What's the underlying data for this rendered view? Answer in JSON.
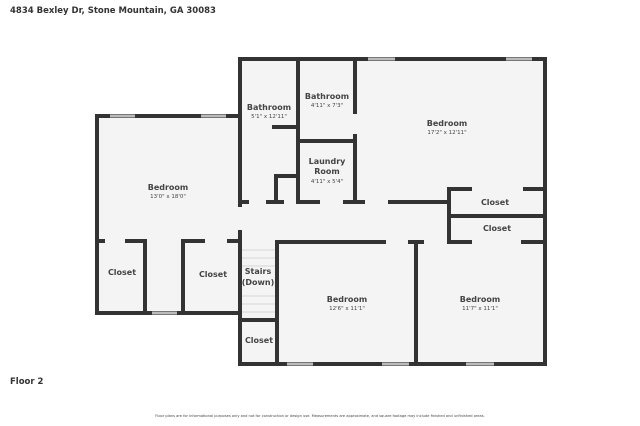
{
  "header": {
    "address": "4834 Bexley Dr, Stone Mountain, GA 30083"
  },
  "floor_label": "Floor 2",
  "disclaimer": "Floor plans are for informational purposes only and not for construction or design use. Measurements are approximate, and square footage may include finished and unfinished areas.",
  "rooms": [
    {
      "name": "Bedroom",
      "dims": "13'0\" x 18'0\""
    },
    {
      "name": "Bathroom",
      "dims": "5'1\" x 12'11\""
    },
    {
      "name": "Bathroom",
      "dims": "4'11\" x 7'3\""
    },
    {
      "name": "Bedroom",
      "dims": "17'2\" x 12'11\""
    },
    {
      "name": "Laundry",
      "name2": "Room",
      "dims": "4'11\" x 5'4\""
    },
    {
      "name": "Closet"
    },
    {
      "name": "Closet"
    },
    {
      "name": "Closet"
    },
    {
      "name": "Closet"
    },
    {
      "name": "Stairs",
      "name2": "(Down)"
    },
    {
      "name": "Bedroom",
      "dims": "12'6\" x 11'1\""
    },
    {
      "name": "Bedroom",
      "dims": "11'7\" x 11'1\""
    },
    {
      "name": "Closet"
    }
  ],
  "colors": {
    "wall": "#333333",
    "floor": "#f4f4f4",
    "window": "#bbbbbb"
  }
}
